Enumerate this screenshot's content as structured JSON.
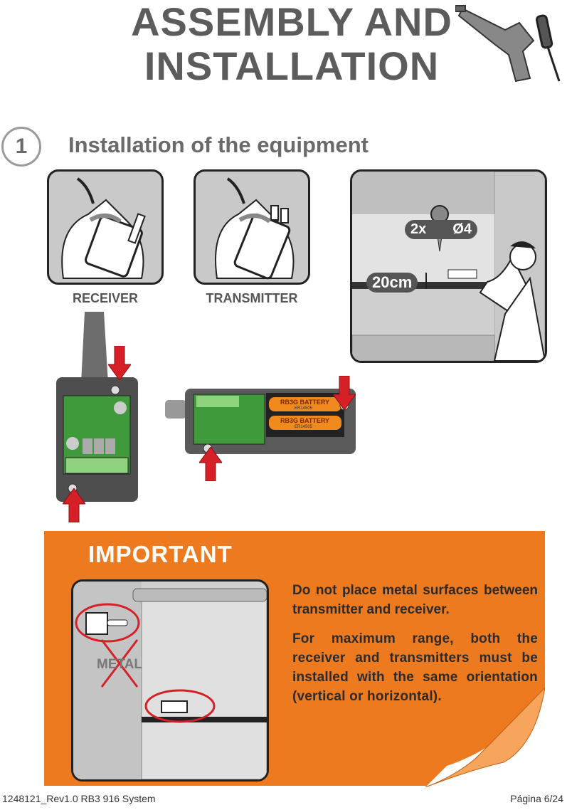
{
  "header": {
    "title_line1": "ASSEMBLY AND",
    "title_line2": "INSTALLATION",
    "icon": "drill-screwdriver-icon"
  },
  "step": {
    "number": "1",
    "title": "Installation of the equipment"
  },
  "panels": {
    "receiver_caption": "RECEIVER",
    "transmitter_caption": "TRANSMITTER",
    "screw_spec_qty": "2x",
    "screw_spec_dia": "Ø4",
    "distance_label": "20cm"
  },
  "boards": {
    "battery_label": "RB3G BATTERY",
    "battery_code": "ER14505"
  },
  "important": {
    "title": "IMPORTANT",
    "metal_label": "METAL",
    "paragraph1": "Do not place metal surfaces between transmitter and receiver.",
    "paragraph2": "For maximum range, both the receiver and transmitters must be installed with the same orientation (vertical or horizontal)."
  },
  "footer": {
    "doc_ref": "1248121_Rev1.0 RB3 916 System",
    "page": "Página 6/24"
  },
  "colors": {
    "orange": "#ee7a1f",
    "arrow_red": "#d62027",
    "pcb_green": "#3e9a3a"
  }
}
